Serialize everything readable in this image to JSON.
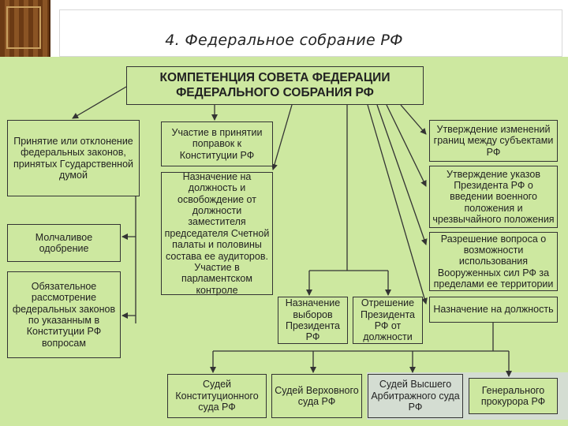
{
  "title": "4. Федеральное собрание РФ",
  "main": "КОМПЕТЕНЦИЯ СОВЕТА ФЕДЕРАЦИИ ФЕДЕРАЛЬНОГО СОБРАНИЯ РФ",
  "boxes": {
    "adopt": "Принятие или отклонение федеральных законов, принятых Гсударственной думой",
    "silent": "Молчаливое одобрение",
    "mandatory": "Обязательное рассмотрение федеральных законов по указанным в Конституции РФ вопросам",
    "amend": "Участие в принятии поправок к Конституции РФ",
    "appoint_audit": "Назначение на должность и освобождение от должности заместителя председателя Счетной палаты и половины состава ее аудиторов. Участие в парламентском контроле",
    "borders": "Утверждение изменений границ между субъектами РФ",
    "decree": "Утверждение указов Президента РФ о введении военного положения и чрезвычайного положения",
    "forces": "Разрешение вопроса о возможности использования Вооруженных сил РФ за пределами ее территории",
    "elections": "Назначение выборов Президента РФ",
    "impeach": "Отрешение Президента РФ от должности",
    "appoint": "Назначение на должность",
    "judges_const": "Судей Конституционного суда РФ",
    "judges_supreme": "Судей Верховного суда РФ",
    "judges_arb": "Судей Высшего Арбитражного суда РФ",
    "prosecutor": "Генерального прокурора РФ"
  }
}
